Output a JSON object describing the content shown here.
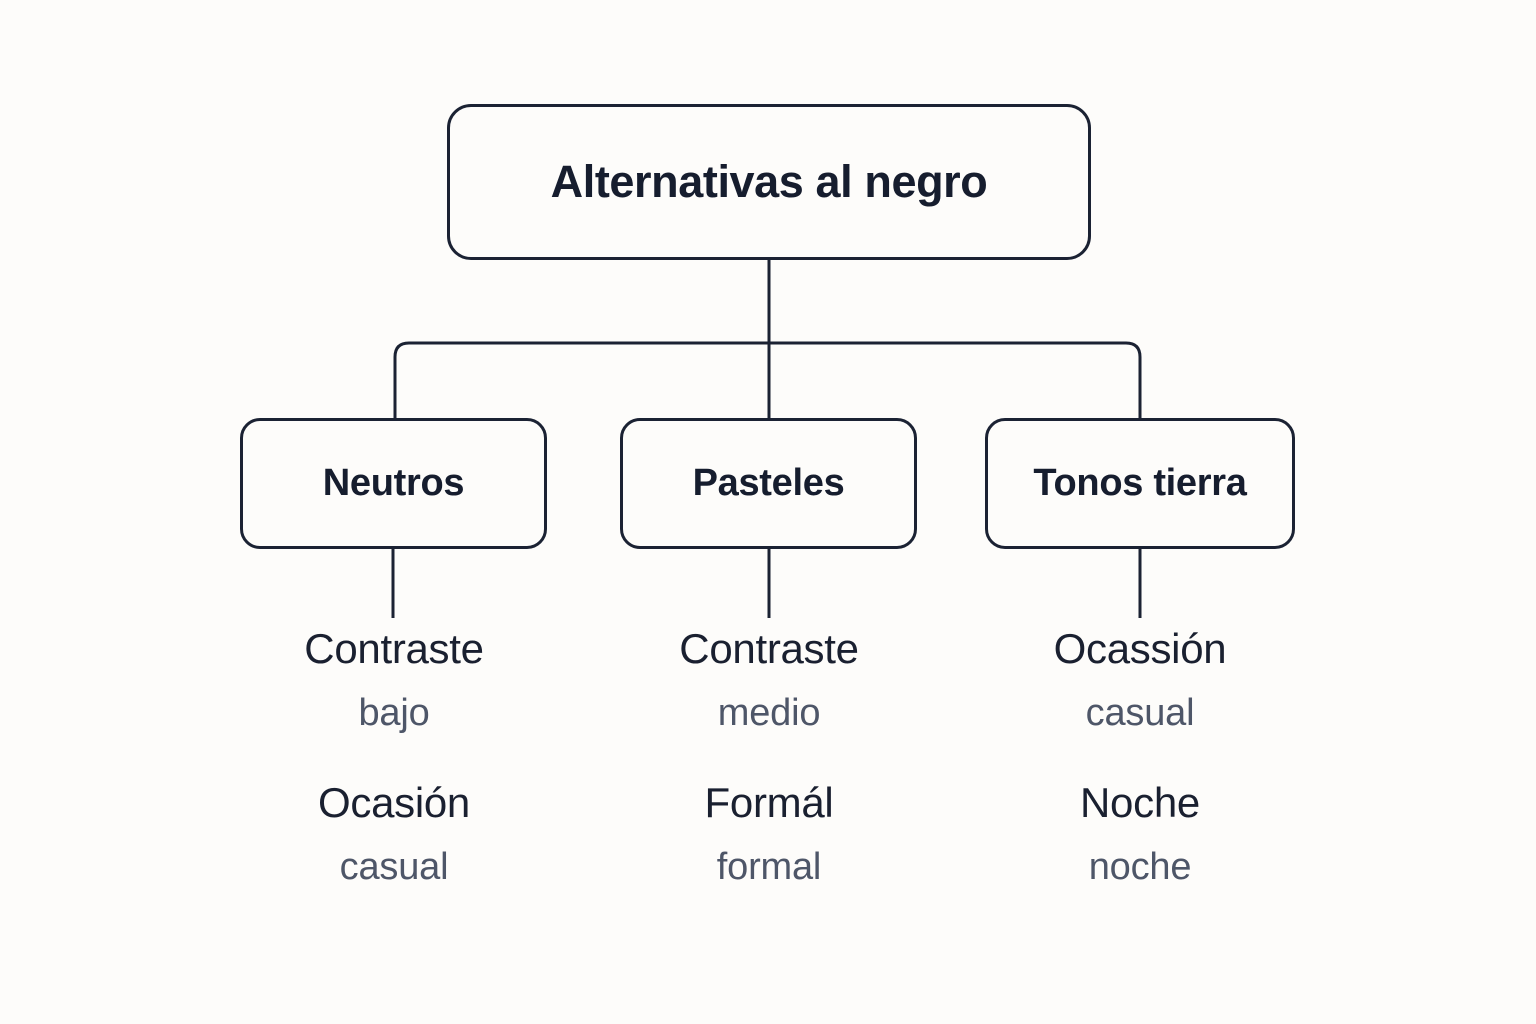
{
  "diagram": {
    "type": "tree",
    "title": "Alternativas al negro",
    "colors": {
      "background": "#fdfcfa",
      "stroke": "#1b2233",
      "primary_text": "#161d2e",
      "secondary_text": "#4e5668"
    },
    "root": {
      "label": "Alternativas al negro"
    },
    "branches": [
      {
        "label": "Neutros",
        "leaves": [
          {
            "title": "Contraste",
            "subtitle": "bajo"
          },
          {
            "title": "Ocasión",
            "subtitle": "casual"
          }
        ]
      },
      {
        "label": "Pasteles",
        "leaves": [
          {
            "title": "Contraste",
            "subtitle": "medio"
          },
          {
            "title": "Formál",
            "subtitle": "formal"
          }
        ]
      },
      {
        "label": "Tonos tierra",
        "leaves": [
          {
            "title": "Ocassión",
            "subtitle": "casual"
          },
          {
            "title": "Noche",
            "subtitle": "noche"
          }
        ]
      }
    ]
  }
}
